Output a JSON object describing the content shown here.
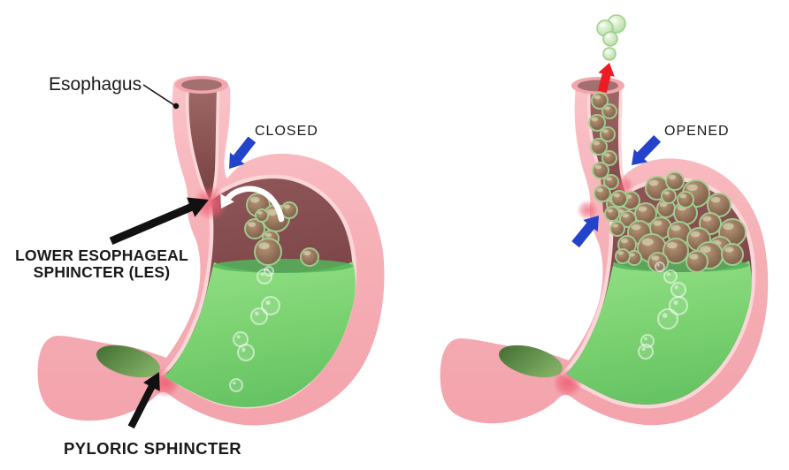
{
  "diagram": {
    "labels": {
      "esophagus": "Esophagus",
      "les_line1": "LOWER ESOPHAGEAL",
      "les_line2": "SPHINCTER (LES)",
      "pyloric": "PYLORIC SPHINCTER",
      "left_state": "CLOSED",
      "right_state": "OPENED"
    },
    "colors": {
      "wall_pink": "#f6b0b7",
      "wall_rim": "#fbd6d8",
      "interior_maroon": "#7c4649",
      "liquid_green": "#7ed474",
      "sphincter_red": "#ea5f74",
      "arrow_blue": "#2443cb",
      "arrow_red": "#ee1b24",
      "arrow_black": "#111111",
      "text": "#1a1a1a"
    }
  }
}
